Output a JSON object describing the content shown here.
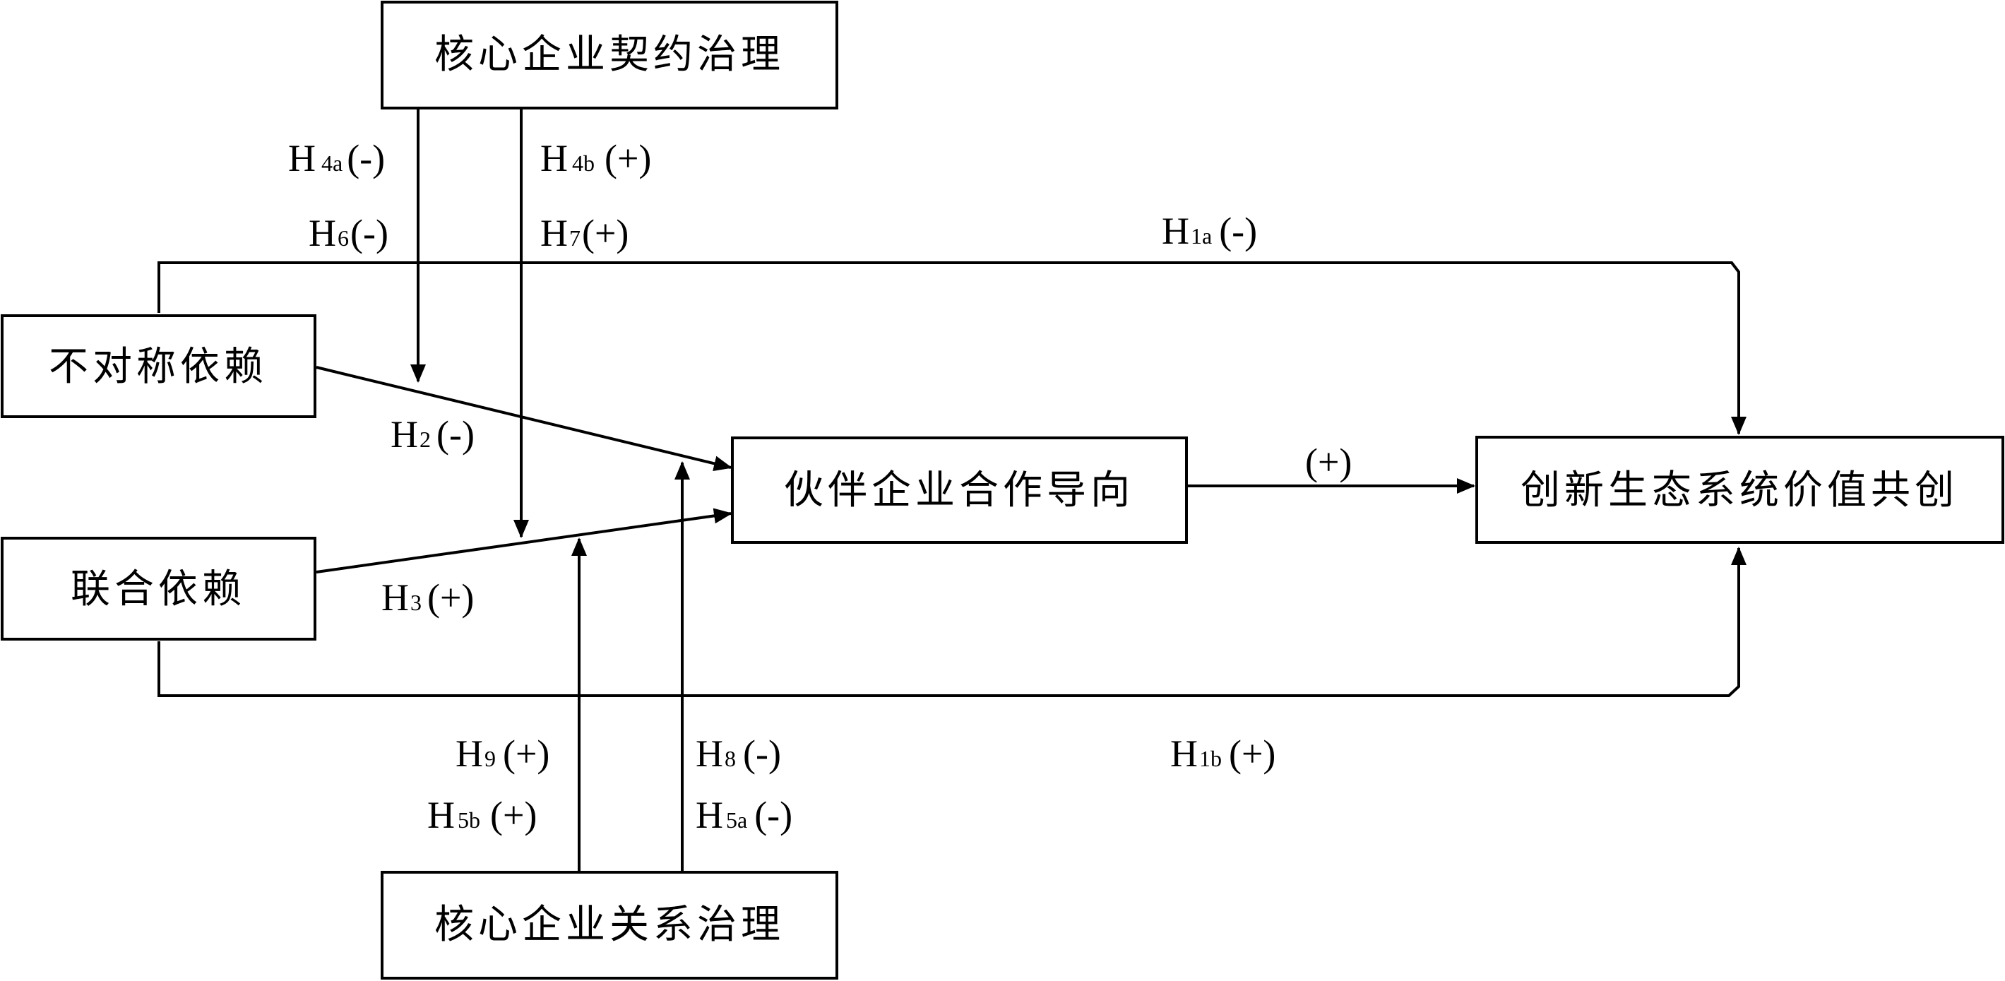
{
  "nodes": {
    "core_contract": "核心企业契约治理",
    "asymmetric": "不对称依赖",
    "joint": "联合依赖",
    "partner": "伙伴企业合作导向",
    "value": "创新生态系统价值共创",
    "core_relation": "核心企业关系治理"
  },
  "labels": {
    "h4a": {
      "main": "H",
      "sub": "4a",
      "sign": "(-)"
    },
    "h4b": {
      "main": "H",
      "sub": "4b",
      "sign": "(+)"
    },
    "h6": {
      "main": "H",
      "sub": "6",
      "sign": "(-)"
    },
    "h7": {
      "main": "H",
      "sub": "7",
      "sign": "(+)"
    },
    "h1a": {
      "main": "H",
      "sub": "1a",
      "sign": "(-)"
    },
    "h2": {
      "main": "H",
      "sub": "2",
      "sign": "(-)"
    },
    "plus": {
      "main": "",
      "sub": "",
      "sign": "(+)"
    },
    "h3": {
      "main": "H",
      "sub": "3",
      "sign": "(+)"
    },
    "h9": {
      "main": "H",
      "sub": "9",
      "sign": "(+)"
    },
    "h8": {
      "main": "H",
      "sub": "8",
      "sign": "(-)"
    },
    "h1b": {
      "main": "H",
      "sub": "1b",
      "sign": "(+)"
    },
    "h5b": {
      "main": "H",
      "sub": "5b",
      "sign": "(+)"
    },
    "h5a": {
      "main": "H",
      "sub": "5a",
      "sign": "(-)"
    }
  }
}
